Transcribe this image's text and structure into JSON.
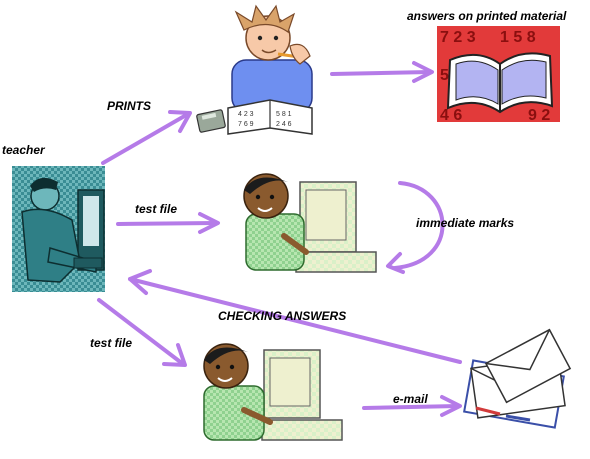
{
  "labels": {
    "teacher": "teacher",
    "prints": "PRINTS",
    "test_file_1": "test file",
    "test_file_2": "test file",
    "immediate_marks": "immediate marks",
    "checking_answers": "CHECKING ANSWERS",
    "email": "e-mail",
    "printed_material": "answers on printed material"
  },
  "colors": {
    "arrow": "#b57be8",
    "book_red": "#e23a3a",
    "computer_cream": "#eef0cf",
    "shirt_green": "#8fd18f",
    "shirt_blue": "#6e8ff0",
    "teacher_teal": "#2f7f86"
  },
  "icons": {
    "teacher": "teacher-at-computer-icon",
    "student_reading": "student-reading-book-icon",
    "printed_material": "open-book-icon",
    "student_pc_top": "student-at-computer-icon",
    "student_pc_bottom": "student-at-computer-icon",
    "email": "envelopes-icon"
  }
}
